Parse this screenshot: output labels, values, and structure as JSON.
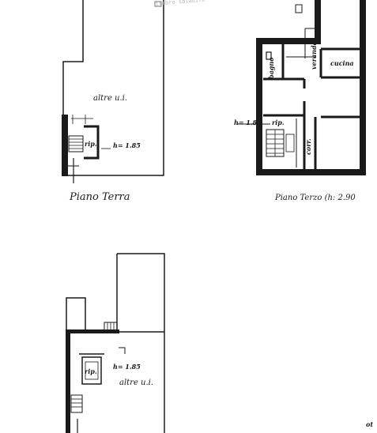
{
  "plans": [
    {
      "title": "Piano Terra",
      "unit_label": "altre u.i.",
      "landing_label": "rip.",
      "landing_height": "h= 1.85"
    },
    {
      "title": "Piano Terzo (h: 2.90",
      "rooms": {
        "bathroom": "bagno",
        "terrace": "veranda",
        "kitchen": "cucina",
        "corridor": "corr.",
        "landing": "rip."
      },
      "landing_height": "h= 1.85"
    },
    {
      "unit_label": "altre u.i.",
      "landing_label": "rip.",
      "landing_height": "h= 1.85"
    }
  ],
  "corner_mark": "ot",
  "stamp_text": "timbro sbiadito"
}
